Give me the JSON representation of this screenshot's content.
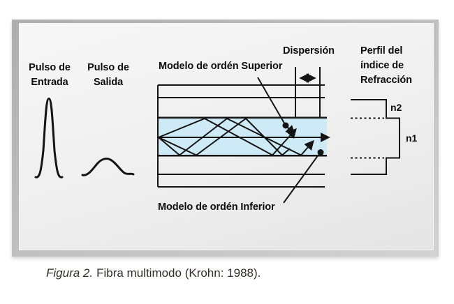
{
  "figure": {
    "caption_label": "Figura 2.",
    "caption_text": "Fibra multimodo (Krohn: 1988)."
  },
  "diagram": {
    "pulse_input": {
      "line1": "Pulso de",
      "line2": "Entrada"
    },
    "pulse_output": {
      "line1": "Pulso de",
      "line2": "Salida"
    },
    "mode_superior_label": "Modelo de ordén Superior",
    "mode_inferior_label": "Modelo de ordén Inferior",
    "dispersion_label": "Dispersión",
    "refraction_profile_label": {
      "line1": "Perfil del",
      "line2": "índice de",
      "line3": "Refracción"
    },
    "index_n2": "n2",
    "index_n1": "n1"
  },
  "colors": {
    "core-fill": "#cdeaf6",
    "line-color": "#141414",
    "label-color": "#0d0d0d",
    "caption-color": "#332c2a",
    "frame-outer-start": "#aeaeae",
    "frame-outer-end": "#d2d2d2",
    "panel-start": "#f7f7f7",
    "panel-end": "#e5e5e5"
  }
}
